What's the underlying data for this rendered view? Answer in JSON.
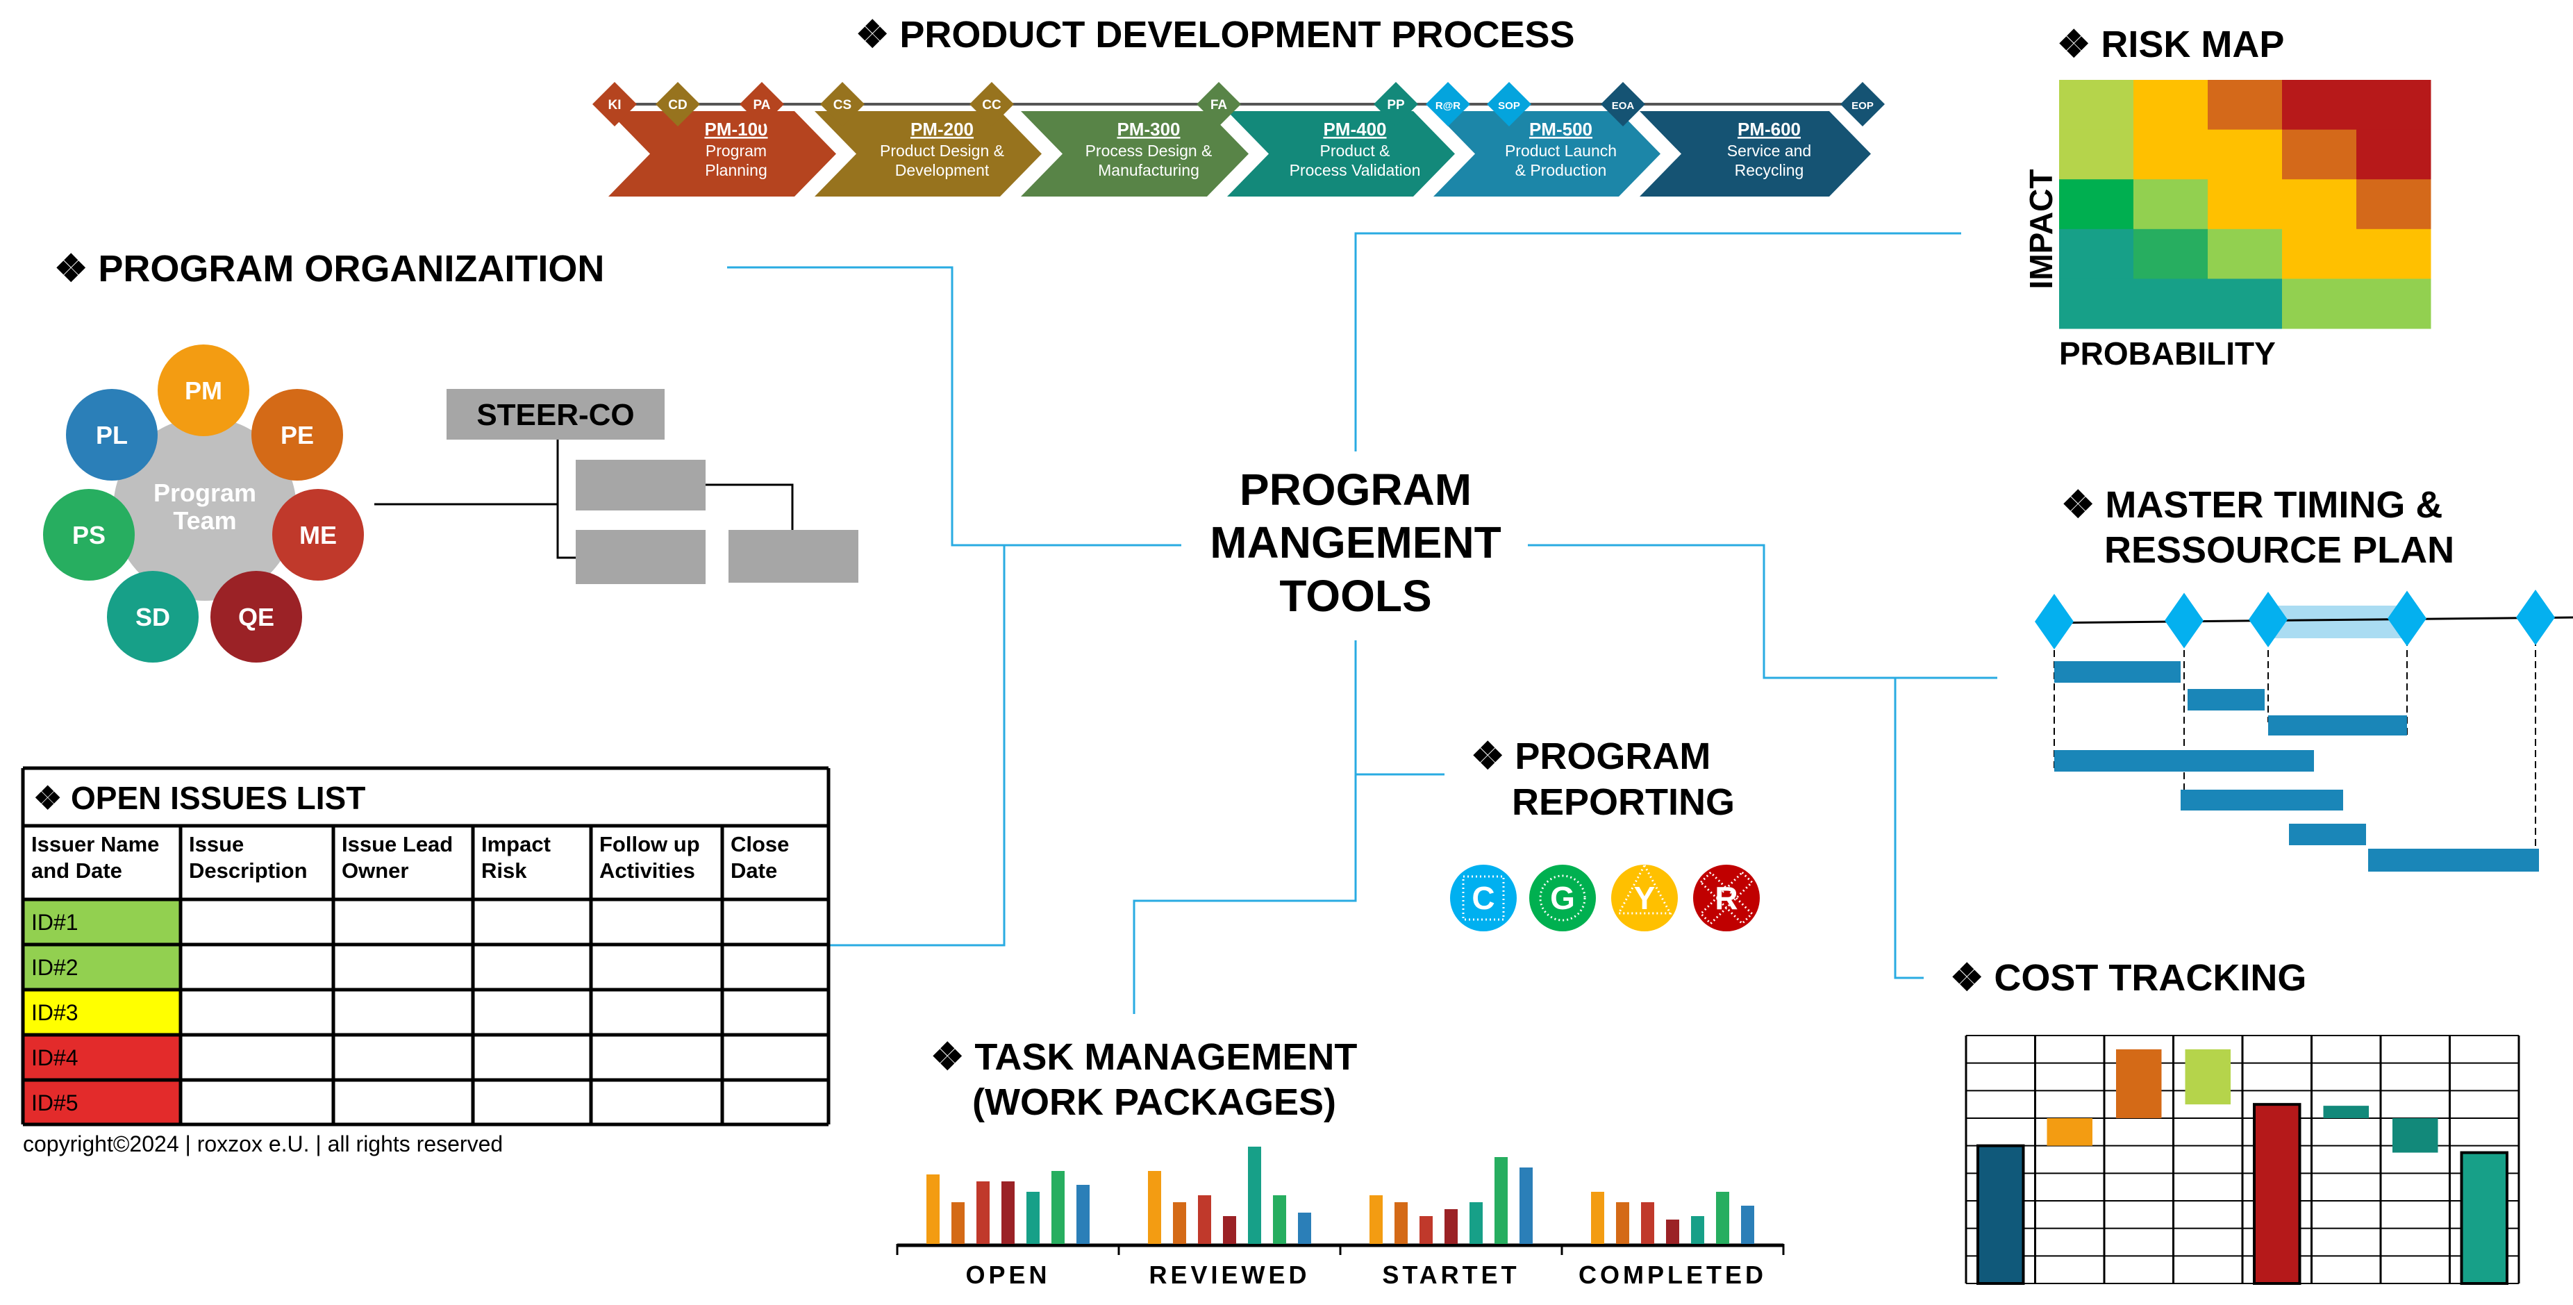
{
  "process": {
    "title": "❖ PRODUCT DEVELOPMENT PROCESS",
    "phases": [
      {
        "code": "PM-100",
        "lines": [
          "Program",
          "Planning"
        ],
        "color": "#b5441f"
      },
      {
        "code": "PM-200",
        "lines": [
          "Product Design &",
          "Development"
        ],
        "color": "#97731e"
      },
      {
        "code": "PM-300",
        "lines": [
          "Process Design &",
          "Manufacturing"
        ],
        "color": "#588447"
      },
      {
        "code": "PM-400",
        "lines": [
          "Product &",
          "Process Validation"
        ],
        "color": "#13897a"
      },
      {
        "code": "PM-500",
        "lines": [
          "Product Launch",
          "& Production"
        ],
        "color": "#1c86a8"
      },
      {
        "code": "PM-600",
        "lines": [
          "Service and",
          "Recycling"
        ],
        "color": "#155373"
      }
    ],
    "milestones": [
      {
        "label": "KI",
        "color": "#b5441f"
      },
      {
        "label": "CD",
        "color": "#97731e"
      },
      {
        "label": "PA",
        "color": "#b5441f"
      },
      {
        "label": "CS",
        "color": "#97731e"
      },
      {
        "label": "CC",
        "color": "#97731e"
      },
      {
        "label": "FA",
        "color": "#588447"
      },
      {
        "label": "PP",
        "color": "#13897a"
      },
      {
        "label": "R@R",
        "color": "#04a4dd"
      },
      {
        "label": "SOP",
        "color": "#04a4dd"
      },
      {
        "label": "EOA",
        "color": "#155373"
      },
      {
        "label": "EOP",
        "color": "#155373"
      }
    ]
  },
  "organization": {
    "title": "❖ PROGRAM ORGANIZAITION",
    "center_lines": [
      "Program",
      "Team"
    ],
    "roles": [
      {
        "label": "PM",
        "color": "#f39c12"
      },
      {
        "label": "PE",
        "color": "#d46a17"
      },
      {
        "label": "ME",
        "color": "#c0392b"
      },
      {
        "label": "QE",
        "color": "#9b2226"
      },
      {
        "label": "SD",
        "color": "#17a088"
      },
      {
        "label": "PS",
        "color": "#27ae60"
      },
      {
        "label": "PL",
        "color": "#2b7fb8"
      }
    ],
    "steerco": "STEER-CO"
  },
  "center": {
    "lines": [
      "PROGRAM",
      "MANGEMENT",
      "TOOLS"
    ]
  },
  "risk_map": {
    "title": "❖ RISK MAP",
    "y_label": "IMPACT",
    "x_label": "PROBABILITY",
    "grid": [
      [
        "#b5d44b",
        "#ffc000",
        "#d4691a",
        "#b7191a",
        "#b7191a"
      ],
      [
        "#b5d44b",
        "#ffc000",
        "#ffc000",
        "#d4691a",
        "#b7191a"
      ],
      [
        "#00af50",
        "#92d050",
        "#ffc000",
        "#ffc000",
        "#d4691a"
      ],
      [
        "#17a088",
        "#27ae60",
        "#92d050",
        "#ffc000",
        "#ffc000"
      ],
      [
        "#17a088",
        "#17a088",
        "#17a088",
        "#92d050",
        "#92d050"
      ]
    ]
  },
  "timing": {
    "title_lines": [
      "❖ MASTER TIMING &",
      "RESSOURCE PLAN"
    ],
    "milestone_color": "#04b0ef",
    "bar_color": "#1a86b8"
  },
  "reporting": {
    "title_lines": [
      "❖ PROGRAM",
      "REPORTING"
    ],
    "statuses": [
      {
        "letter": "C",
        "color": "#00b0f0",
        "shape": "square"
      },
      {
        "letter": "G",
        "color": "#00b050",
        "shape": "circle"
      },
      {
        "letter": "Y",
        "color": "#ffc000",
        "shape": "triangle"
      },
      {
        "letter": "R",
        "color": "#c00000",
        "shape": "cross"
      }
    ]
  },
  "cost": {
    "title": "❖ COST TRACKING",
    "grid_rows": 9,
    "bars": [
      {
        "from": 0,
        "to": 5,
        "color": "#10597a",
        "total": true
      },
      {
        "from": 5,
        "to": 6,
        "color": "#f39c12",
        "total": false
      },
      {
        "from": 6,
        "to": 8.5,
        "color": "#d46a17",
        "total": false
      },
      {
        "from": 6.5,
        "to": 8.5,
        "color": "#b5d44b",
        "total": false
      },
      {
        "from": 0,
        "to": 6.5,
        "color": "#b5191a",
        "total": true
      },
      {
        "from": 6,
        "to": 6.45,
        "color": "#12897a",
        "total": false
      },
      {
        "from": 4.75,
        "to": 6,
        "color": "#12897a",
        "total": false
      },
      {
        "from": 0,
        "to": 4.75,
        "color": "#17a088",
        "total": true
      }
    ]
  },
  "tasks": {
    "title_lines": [
      "❖ TASK MANAGEMENT",
      "(WORK PACKAGES)"
    ],
    "categories": [
      "OPEN",
      "REVIEWED",
      "STARTET",
      "COMPLETED"
    ],
    "series_colors": [
      "#f39c12",
      "#d46a17",
      "#c0392b",
      "#9b2226",
      "#17a088",
      "#27ae60",
      "#2b7fb8"
    ],
    "values": [
      [
        20,
        12,
        18,
        18,
        15,
        21,
        17
      ],
      [
        21,
        12,
        14,
        8,
        28,
        14,
        9
      ],
      [
        14,
        12,
        8,
        10,
        12,
        25,
        22
      ],
      [
        15,
        12,
        12,
        7,
        8,
        15,
        11
      ]
    ]
  },
  "issues": {
    "title": "❖ OPEN ISSUES LIST",
    "headers": [
      [
        "Issuer Name",
        "and Date"
      ],
      [
        "Issue",
        "Description"
      ],
      [
        "Issue Lead",
        "Owner"
      ],
      [
        "Impact",
        "Risk"
      ],
      [
        "Follow up",
        "Activities"
      ],
      [
        "Close",
        "Date"
      ]
    ],
    "rows": [
      {
        "id": "ID#1",
        "color": "#92d050"
      },
      {
        "id": "ID#2",
        "color": "#92d050"
      },
      {
        "id": "ID#3",
        "color": "#ffff00"
      },
      {
        "id": "ID#4",
        "color": "#e32b2b"
      },
      {
        "id": "ID#5",
        "color": "#e32b2b"
      }
    ]
  },
  "copyright": "copyright©2024 | roxzox e.U. | all rights reserved"
}
